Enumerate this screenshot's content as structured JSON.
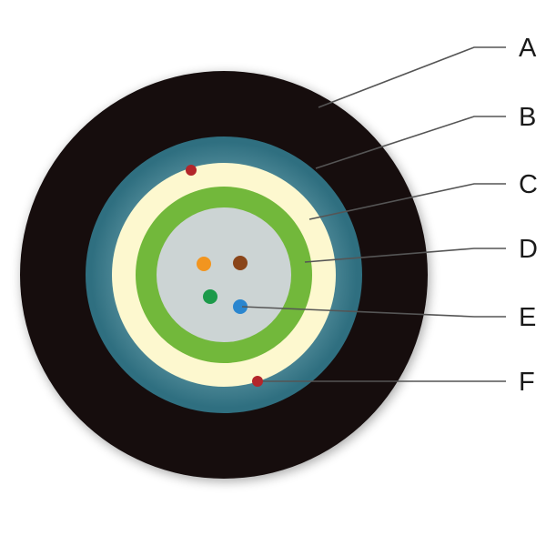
{
  "diagram": {
    "colors": {
      "outer_jacket": "#151111",
      "water_blocking_layer": "#2f6f80",
      "inner_sheath": "#fdf8cf",
      "strength_member": "#72b83b",
      "core": "#ccd4d4",
      "fiber_orange": "#f2951f",
      "fiber_brown": "#8a4519",
      "fiber_green": "#1c9a4a",
      "fiber_blue": "#2a86cf",
      "ripcord": "#b3262b",
      "leader_line": "#555555"
    },
    "labels": [
      {
        "id": "A",
        "text": "A"
      },
      {
        "id": "B",
        "text": "B"
      },
      {
        "id": "C",
        "text": "C"
      },
      {
        "id": "D",
        "text": "D"
      },
      {
        "id": "E",
        "text": "E"
      },
      {
        "id": "F",
        "text": "F"
      }
    ]
  }
}
